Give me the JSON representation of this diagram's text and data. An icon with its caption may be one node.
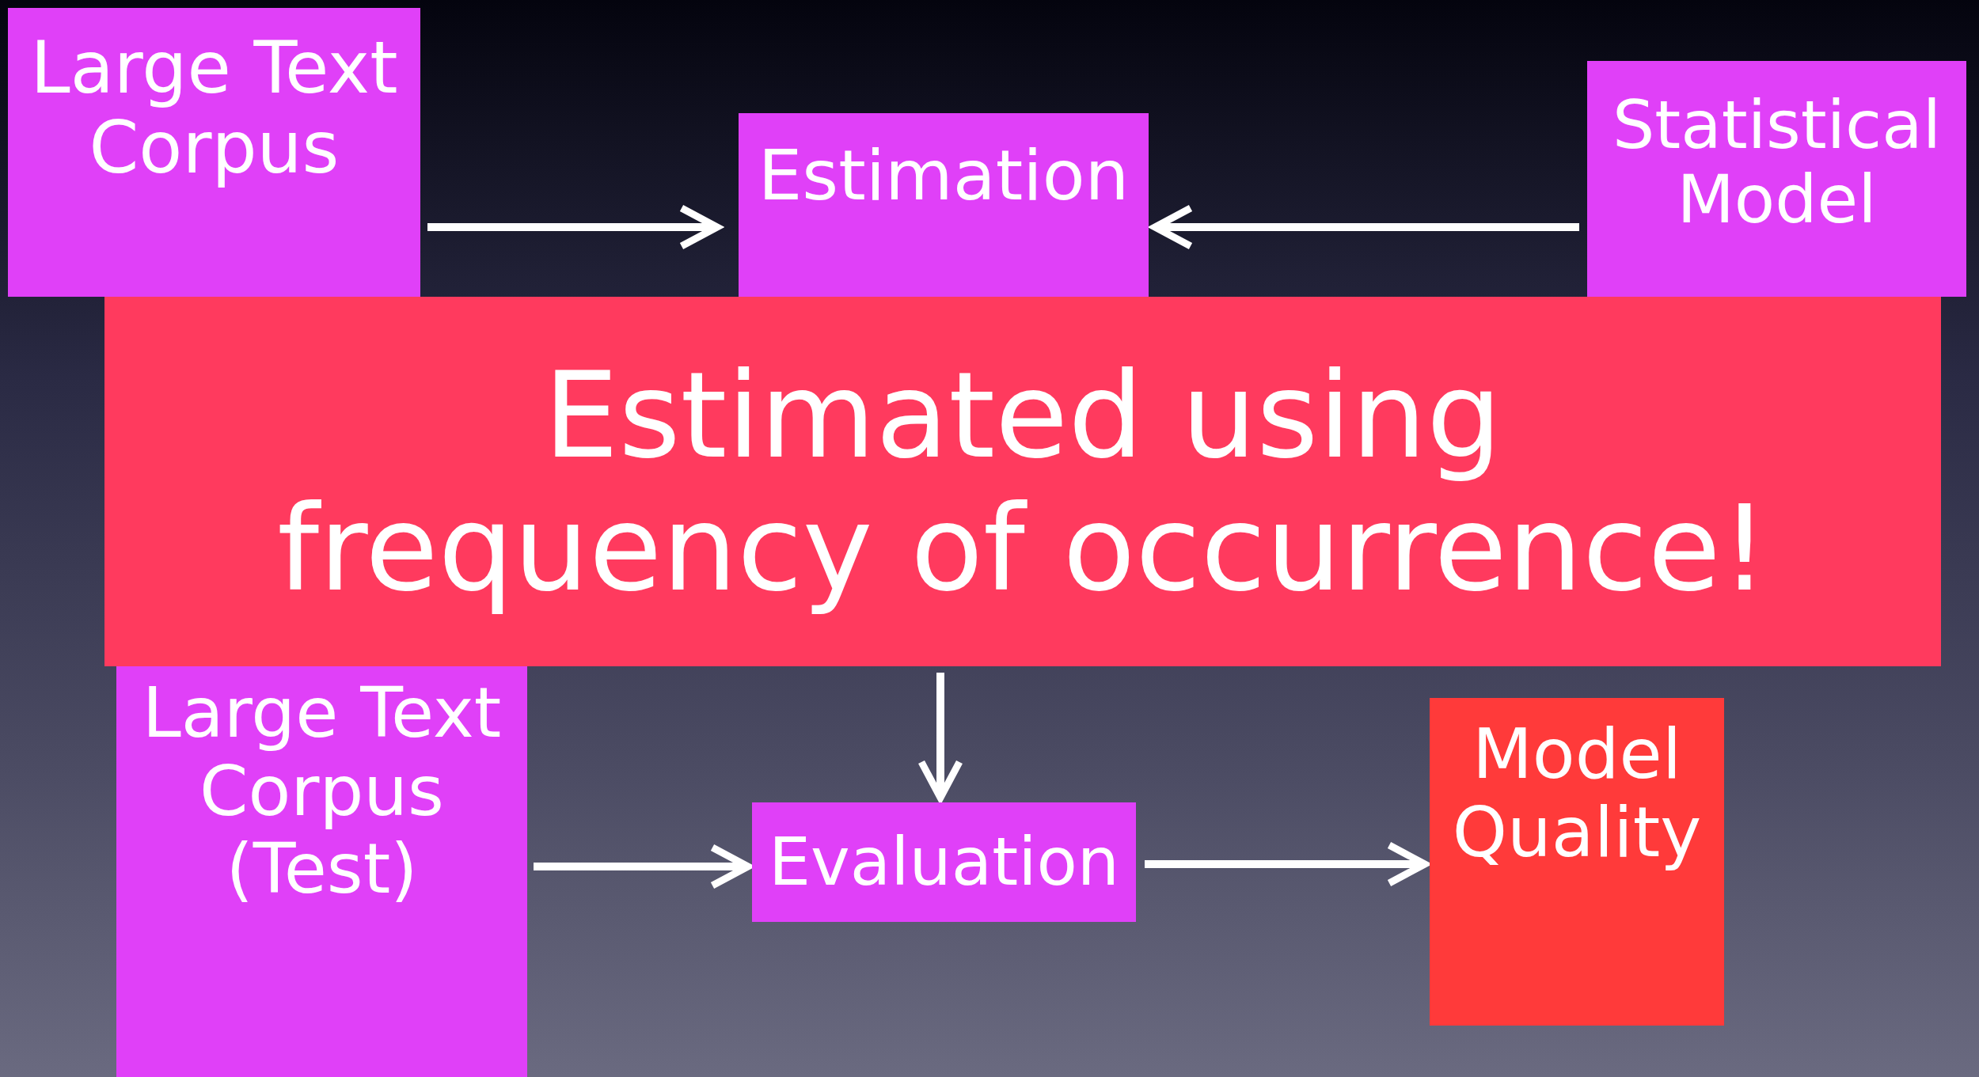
{
  "diagram": {
    "nodes": [
      {
        "text": [
          "Large Text Corpus"
        ]
      },
      {
        "text": [
          "Estimation"
        ]
      },
      {
        "text": [
          "Statistical Model"
        ]
      },
      {
        "text": [
          "Estimated using frequency of occurrence!"
        ]
      },
      {
        "text": [
          "Large Text Corpus (Test)"
        ]
      },
      {
        "text": [
          "Evaluation"
        ]
      },
      {
        "text": [
          "Model Quality"
        ]
      }
    ],
    "edges": [
      {
        "from": 0,
        "to": 1,
        "arrow": "to"
      },
      {
        "from": 2,
        "to": 1,
        "arrow": "to"
      },
      {
        "from": 3,
        "to": 5,
        "arrow": "to"
      },
      {
        "from": 4,
        "to": 5,
        "arrow": "to"
      },
      {
        "from": 5,
        "to": 6,
        "arrow": "to"
      }
    ]
  }
}
